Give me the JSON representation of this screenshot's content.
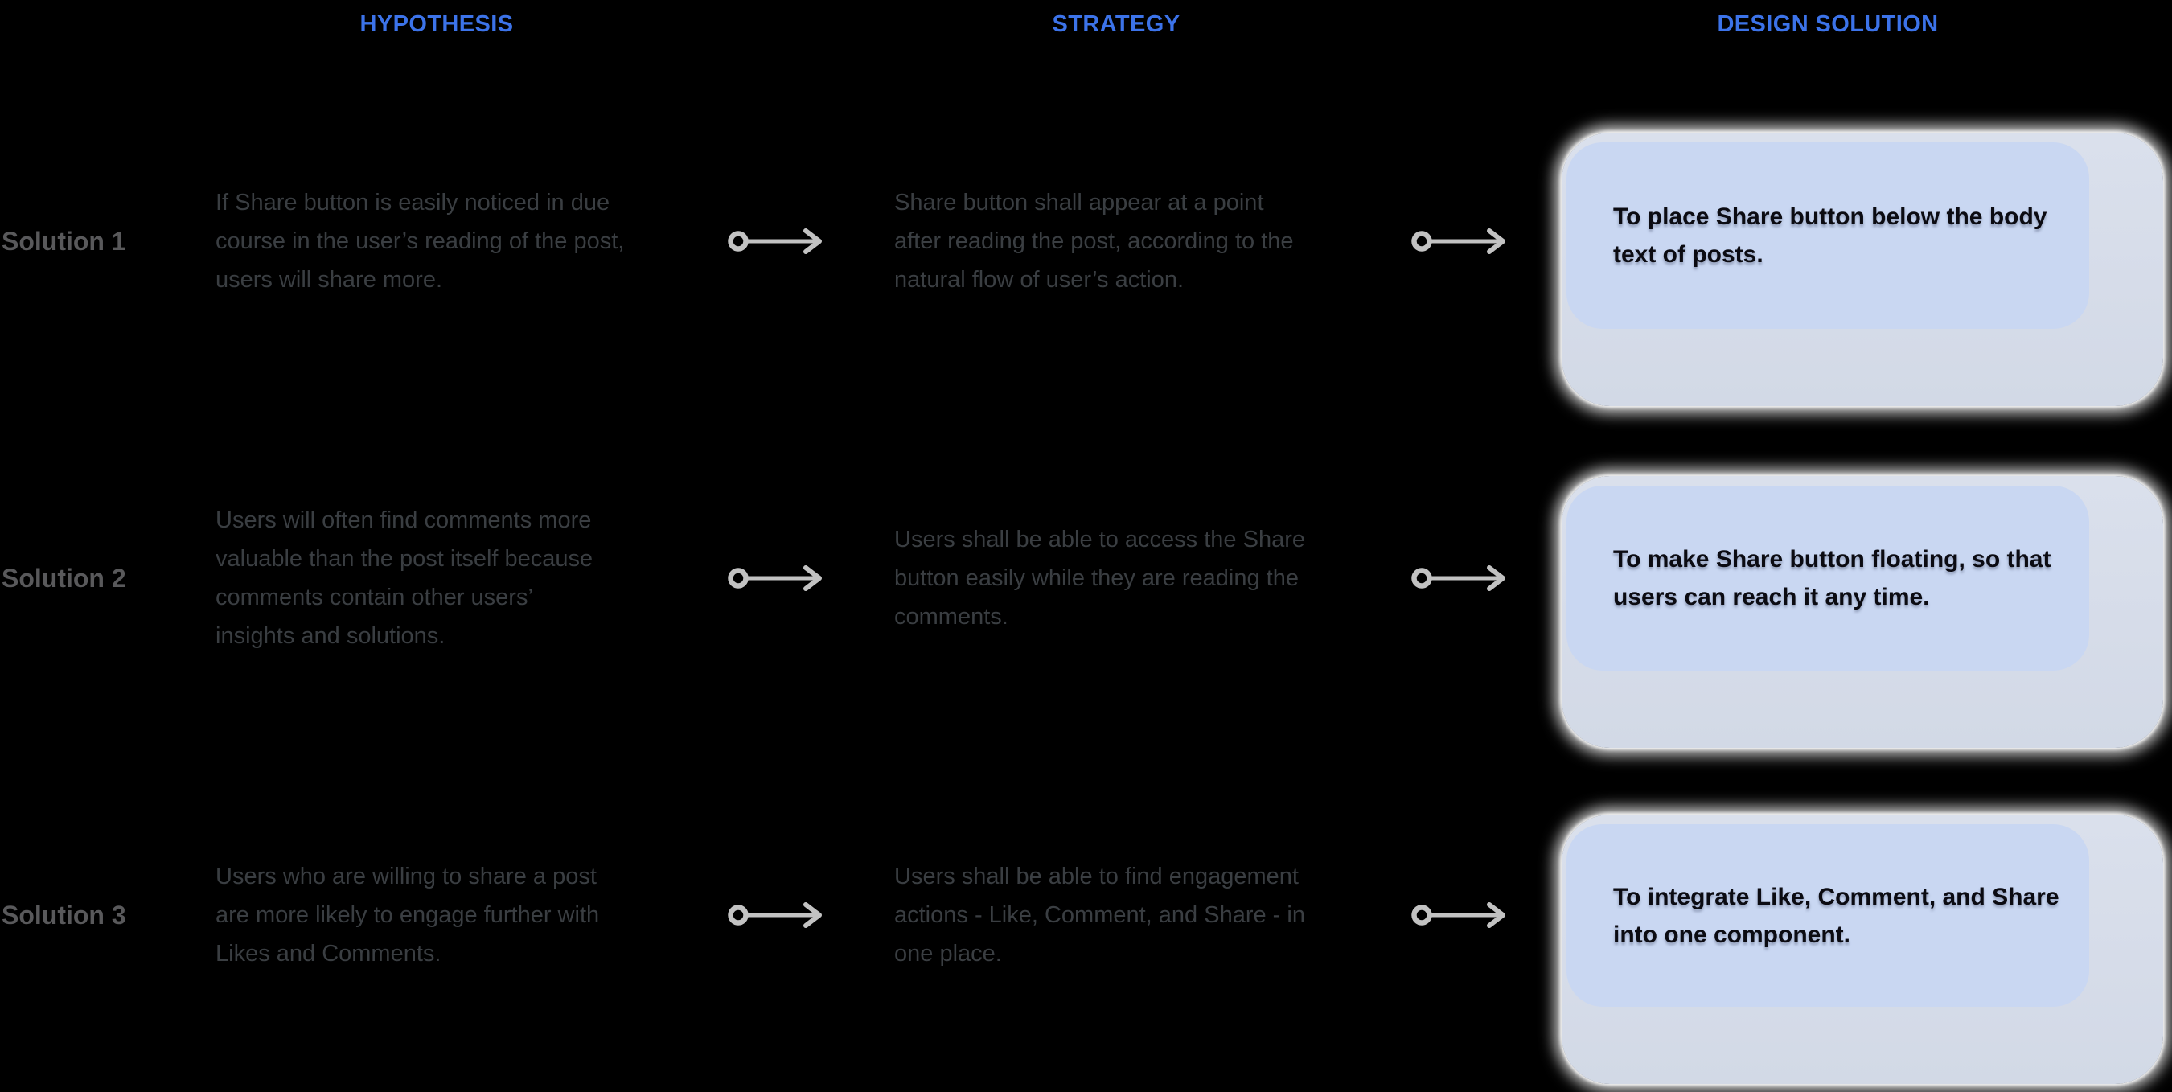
{
  "columns": [
    "HYPOTHESIS",
    "STRATEGY",
    "DESIGN SOLUTION"
  ],
  "rows": [
    {
      "label": "Solution 1",
      "hypothesis": "If Share button is easily noticed in due\ncourse in the user’s reading of the post,\nusers will share more.",
      "strategy": "Share button shall appear at a point\nafter reading the post, according to the\nnatural flow of user’s action.",
      "solution": "To place Share button below the body\ntext of posts."
    },
    {
      "label": "Solution 2",
      "hypothesis": "Users will often find comments more\nvaluable than the post itself because\ncomments contain other users’\ninsights and solutions.",
      "strategy": "Users shall be able to access the Share\nbutton easily while they are reading the\ncomments.",
      "solution": "To make Share button floating, so that\nusers can reach it any time."
    },
    {
      "label": "Solution 3",
      "hypothesis": "Users who are willing to share a post\nare more likely to engage further with\nLikes and Comments.",
      "strategy": "Users shall be able to find engagement\nactions - Like, Comment, and Share - in\none place.",
      "solution": "To integrate Like, Comment, and Share\ninto one component."
    }
  ],
  "icons": {
    "row_connector": "circle-tail-right-arrow-icon"
  },
  "colors": {
    "header_blue": "#3C73E9",
    "label_gray": "#59595B",
    "para_gray": "#3A3E42",
    "arrow_gray": "#C2C2C2",
    "card_outer": "#D6DCE9",
    "card_blue": "#C9D7F2",
    "card_text": "#0B0B12",
    "page_bg": "#000000"
  }
}
